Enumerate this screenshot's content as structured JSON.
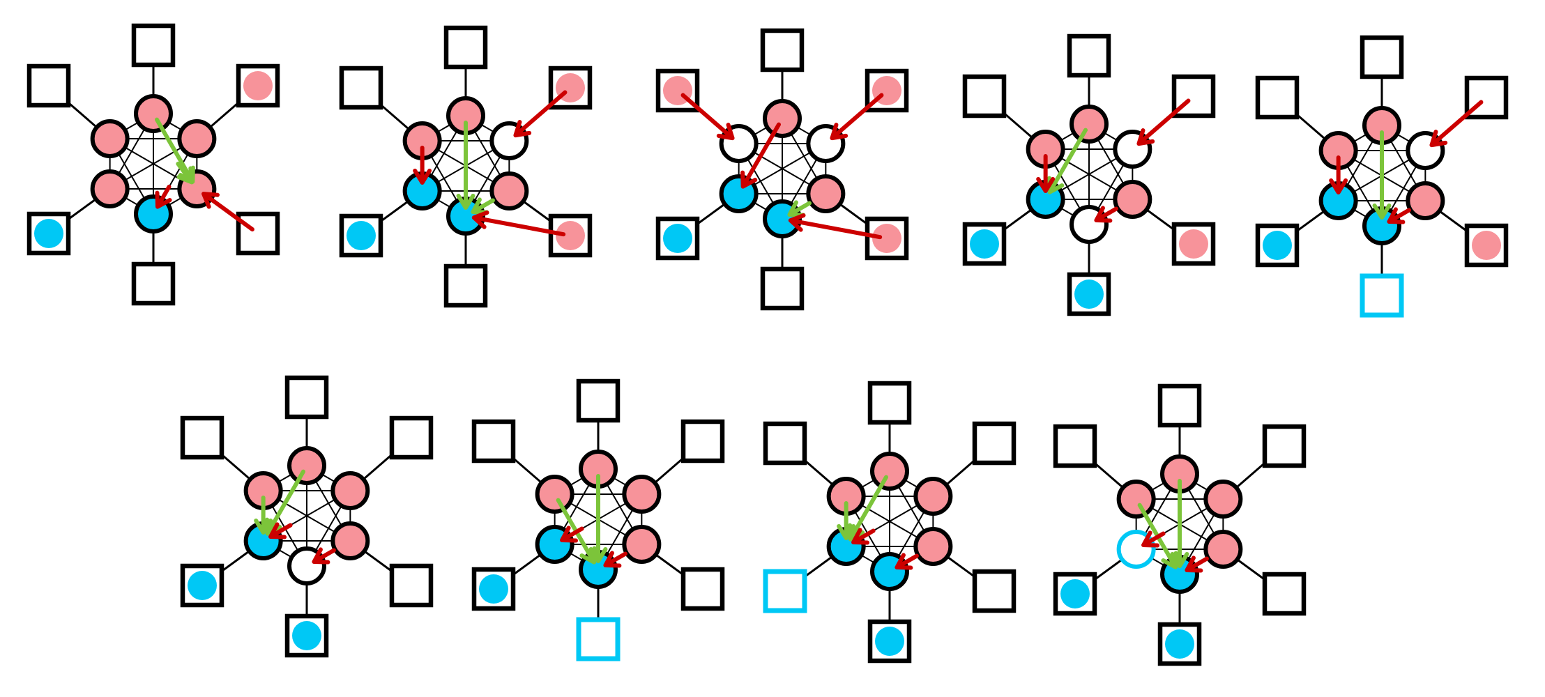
{
  "colors": {
    "pink": "#f7939a",
    "blue": "#00c8f5",
    "white": "#ffffff",
    "red_arrow": "#cc0000",
    "green_arrow": "#7cc43a",
    "outline": "#000000"
  },
  "panels": [
    {
      "nodes": [
        "pink",
        "pink",
        "pink",
        "pink",
        "blue",
        "pink"
      ],
      "boxes": [
        "empty",
        "empty",
        "empty",
        "blue",
        "empty",
        "pink",
        "empty"
      ],
      "arrows": [
        {
          "from": "n0",
          "to": "n5",
          "color": "green"
        },
        {
          "from": "n5",
          "to": "n5",
          "color": "green",
          "short": true
        },
        {
          "from": "n2",
          "to": "n4",
          "color": "red",
          "short": true
        },
        {
          "from": "b5",
          "to": "n5",
          "color": "red"
        }
      ]
    },
    {
      "nodes": [
        "pink",
        "pink",
        "white",
        "blue",
        "blue",
        "pink"
      ],
      "boxes": [
        "empty",
        "empty",
        "pink",
        "blue",
        "empty",
        "pink",
        "empty"
      ],
      "arrows": [
        {
          "from": "n0",
          "to": "n4",
          "color": "green"
        },
        {
          "from": "n5",
          "to": "n4",
          "color": "green",
          "short": true
        },
        {
          "from": "n1",
          "to": "n3",
          "color": "red"
        },
        {
          "from": "b2",
          "to": "n2",
          "color": "red"
        },
        {
          "from": "b5",
          "to": "n4",
          "color": "red"
        }
      ]
    },
    {
      "nodes": [
        "pink",
        "white",
        "white",
        "blue",
        "blue",
        "pink"
      ],
      "boxes": [
        "empty",
        "pink",
        "pink",
        "blue",
        "empty",
        "pink",
        "empty"
      ],
      "arrows": [
        {
          "from": "n5",
          "to": "n4",
          "color": "green",
          "short": true
        },
        {
          "from": "n0",
          "to": "n3",
          "color": "red"
        },
        {
          "from": "b1",
          "to": "n1",
          "color": "red"
        },
        {
          "from": "b2",
          "to": "n2",
          "color": "red"
        },
        {
          "from": "b5",
          "to": "n4",
          "color": "red"
        }
      ]
    },
    {
      "nodes": [
        "pink",
        "pink",
        "white",
        "blue",
        "white",
        "pink"
      ],
      "boxes": [
        "empty",
        "empty",
        "pink",
        "blue",
        "blue",
        "empty",
        "empty"
      ],
      "arrows": [
        {
          "from": "n0",
          "to": "n3",
          "color": "green"
        },
        {
          "from": "n1",
          "to": "n3",
          "color": "red"
        },
        {
          "from": "n5",
          "to": "n4",
          "color": "red",
          "short": true
        },
        {
          "from": "b2",
          "to": "n2",
          "color": "red"
        }
      ]
    },
    {
      "nodes": [
        "pink",
        "pink",
        "white",
        "blue",
        "blue",
        "pink"
      ],
      "boxes": [
        "empty",
        "empty",
        "pink",
        "blue",
        "blue-outline",
        "empty",
        "empty"
      ],
      "arrows": [
        {
          "from": "n0",
          "to": "n4",
          "color": "green"
        },
        {
          "from": "n5",
          "to": "n4",
          "color": "red",
          "short": true
        },
        {
          "from": "n1",
          "to": "n3",
          "color": "red"
        },
        {
          "from": "b2",
          "to": "n2",
          "color": "red"
        }
      ]
    },
    {
      "nodes": [
        "pink",
        "pink",
        "pink",
        "blue",
        "white",
        "pink"
      ],
      "boxes": [
        "empty",
        "empty",
        "empty",
        "blue",
        "blue",
        "empty",
        "empty"
      ],
      "arrows": [
        {
          "from": "n0",
          "to": "n3",
          "color": "green"
        },
        {
          "from": "n1",
          "to": "n3",
          "color": "green"
        },
        {
          "from": "n5",
          "to": "n4",
          "color": "red",
          "short": true
        },
        {
          "from": "n2",
          "to": "n3",
          "color": "red",
          "short": true
        }
      ]
    },
    {
      "nodes": [
        "pink",
        "pink",
        "pink",
        "blue",
        "blue",
        "pink"
      ],
      "boxes": [
        "empty",
        "empty",
        "empty",
        "blue",
        "blue-outline",
        "empty",
        "empty"
      ],
      "arrows": [
        {
          "from": "n0",
          "to": "n4",
          "color": "green"
        },
        {
          "from": "n1",
          "to": "n4",
          "color": "green"
        },
        {
          "from": "n5",
          "to": "n4",
          "color": "red",
          "short": true
        },
        {
          "from": "n2",
          "to": "n3",
          "color": "red",
          "short": true
        }
      ]
    },
    {
      "nodes": [
        "pink",
        "pink",
        "pink",
        "blue",
        "blue",
        "pink"
      ],
      "boxes": [
        "empty",
        "empty",
        "empty",
        "blue-outline",
        "blue",
        "empty",
        "empty"
      ],
      "arrows": [
        {
          "from": "n0",
          "to": "n3",
          "color": "green"
        },
        {
          "from": "n1",
          "to": "n3",
          "color": "green"
        },
        {
          "from": "n5",
          "to": "n4",
          "color": "red",
          "short": true
        },
        {
          "from": "n2",
          "to": "n3",
          "color": "red",
          "short": true
        }
      ]
    },
    {
      "nodes": [
        "pink",
        "pink",
        "pink",
        "blue-ring",
        "blue",
        "pink"
      ],
      "boxes": [
        "empty",
        "empty",
        "empty",
        "blue",
        "blue",
        "empty",
        "empty"
      ],
      "arrows": [
        {
          "from": "n0",
          "to": "n4",
          "color": "green"
        },
        {
          "from": "n1",
          "to": "n4",
          "color": "green"
        },
        {
          "from": "n5",
          "to": "n4",
          "color": "red",
          "short": true
        },
        {
          "from": "n2",
          "to": "n3",
          "color": "red",
          "short": true
        }
      ]
    }
  ]
}
